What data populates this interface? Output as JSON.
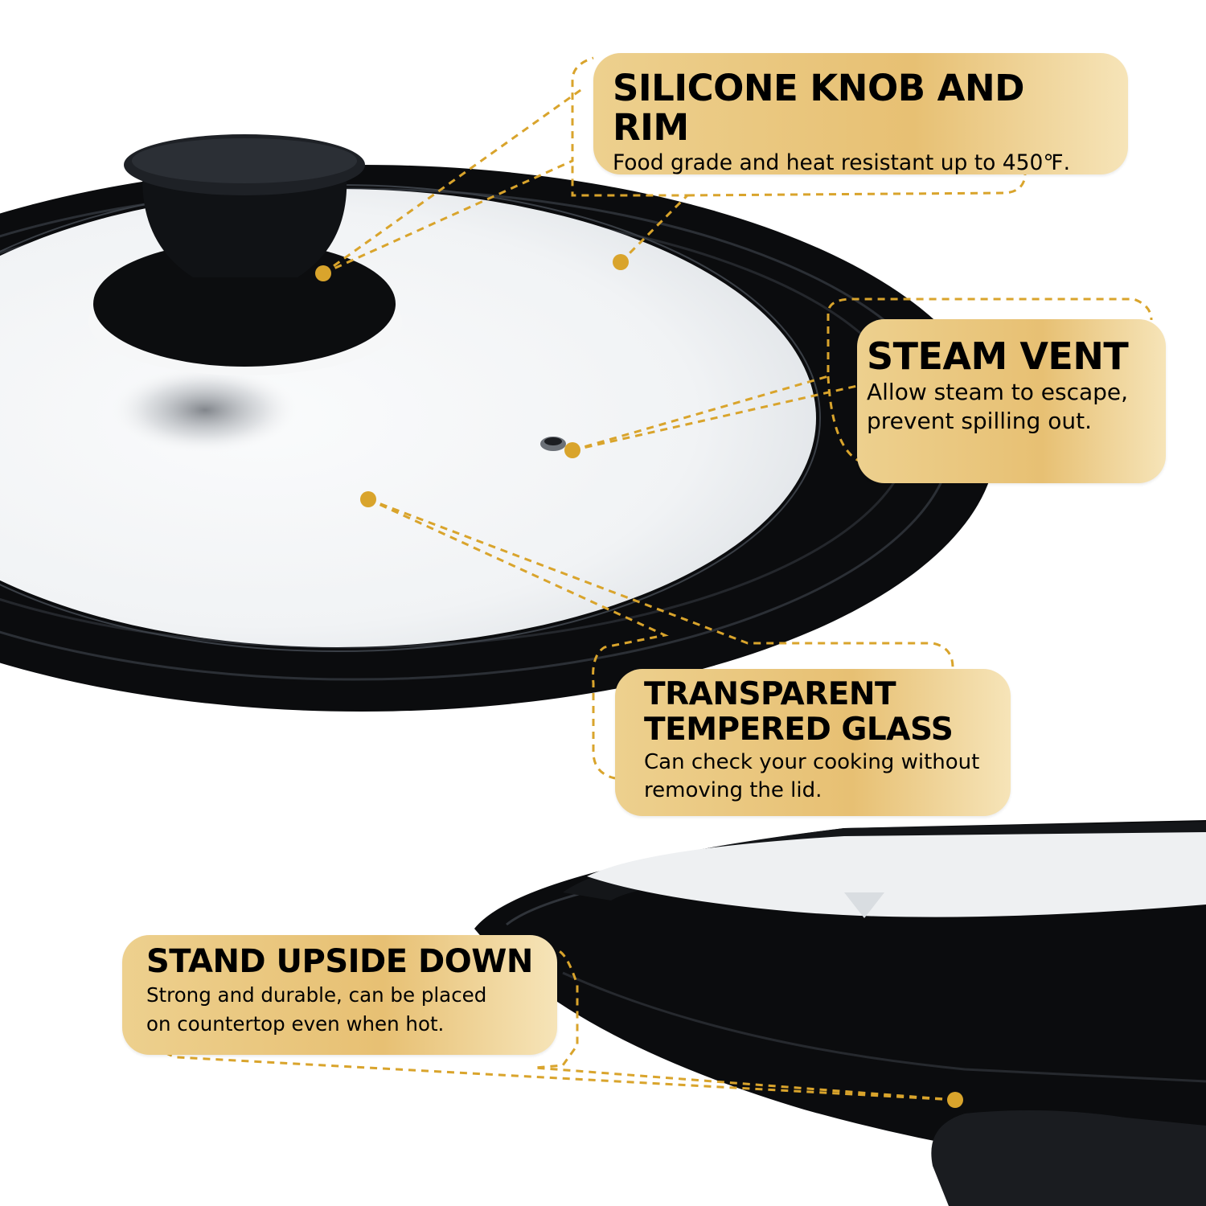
{
  "colors": {
    "callout_fill": "#e9c57c",
    "callout_fill_light": "#f3dca8",
    "leader_line": "#d9a42c",
    "lid_rim": "#0f1114",
    "glass": "#f4f6f8"
  },
  "callouts": {
    "knob": {
      "title": "SILICONE KNOB AND RIM",
      "desc": "Food grade and heat resistant up to 450℉."
    },
    "vent": {
      "title": "STEAM VENT",
      "desc_line1": "Allow steam to escape,",
      "desc_line2": "prevent spilling out."
    },
    "glass": {
      "title_line1": "TRANSPARENT",
      "title_line2": "TEMPERED GLASS",
      "desc_line1": "Can check your cooking without",
      "desc_line2": "removing the lid."
    },
    "stand": {
      "title": "STAND UPSIDE DOWN",
      "desc_line1": "Strong and durable, can be placed",
      "desc_line2": "on countertop even when hot."
    }
  }
}
